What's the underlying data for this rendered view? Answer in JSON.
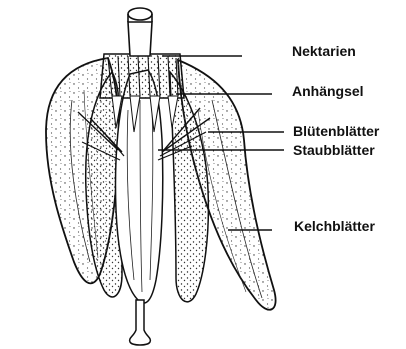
{
  "diagram": {
    "labels": {
      "nektarien": "Nektarien",
      "anhaengsel": "Anhängsel",
      "bluetenblaetter": "Blütenblätter",
      "staubblaetter": "Staubblätter",
      "kelchblaetter": "Kelchblätter"
    },
    "colors": {
      "ink": "#111111",
      "paper": "#ffffff"
    }
  }
}
